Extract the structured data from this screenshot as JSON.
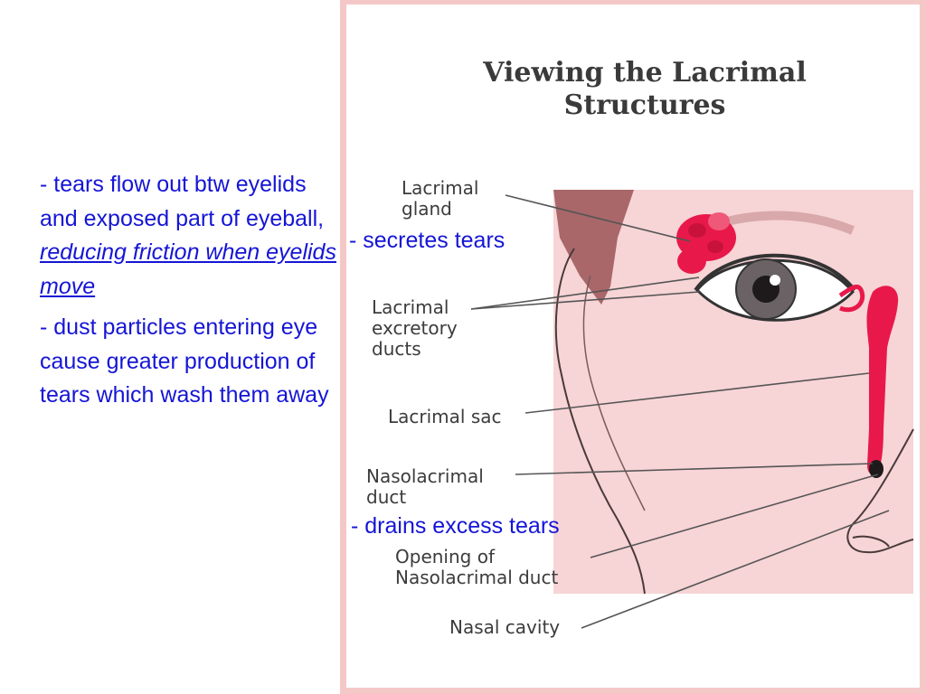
{
  "notes": {
    "p1_plain": "- tears flow out btw eyelids and exposed part of eyeball,",
    "p1_emph": "reducing friction when eyelids move",
    "p2": "- dust particles entering eye cause greater production of tears which wash them away"
  },
  "overlays": {
    "secretes": "- secretes tears",
    "drains": "- drains excess tears"
  },
  "figure": {
    "title_line1": "Viewing the Lacrimal",
    "title_line2": "Structures",
    "labels": {
      "gland_1": "Lacrimal",
      "gland_2": "gland",
      "excretory_1": "Lacrimal",
      "excretory_2": "excretory",
      "excretory_3": "ducts",
      "sac": "Lacrimal sac",
      "naso_1": "Nasolacrimal",
      "naso_2": "duct",
      "opening_1": "Opening of",
      "opening_2": "Nasolacrimal duct",
      "nasal": "Nasal cavity"
    }
  },
  "colors": {
    "note_text": "#1515d6",
    "skin": "#f7d4d6",
    "gland": "#e8194a",
    "panel_border": "#f5c8c8"
  }
}
